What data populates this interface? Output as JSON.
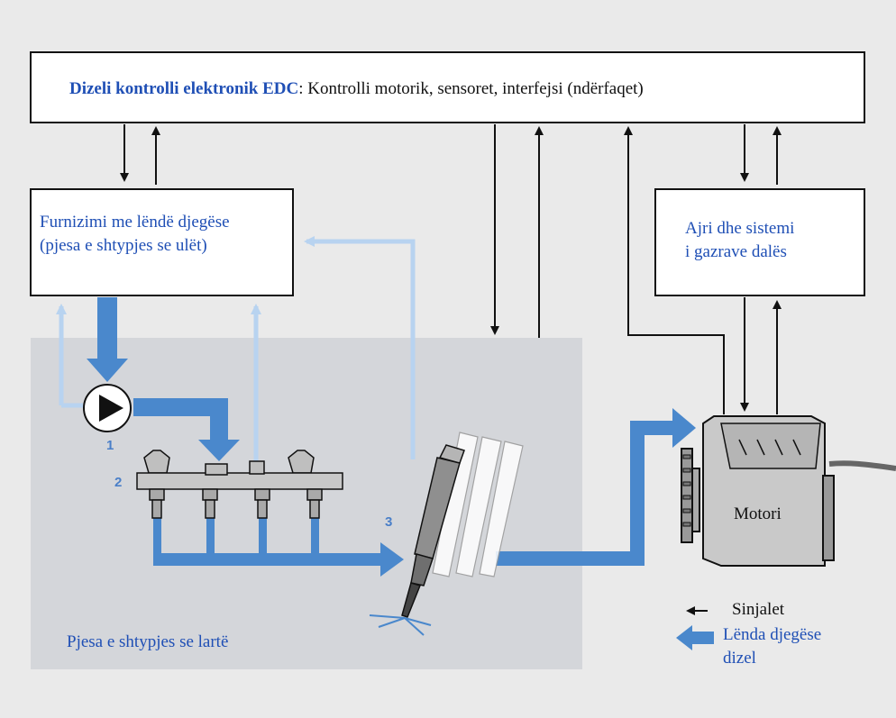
{
  "edc": {
    "title_bold": "Dizeli kontrolli elektronik EDC",
    "title_rest": ": Kontrolli motorik, sensoret, interfejsi (ndërfaqet)"
  },
  "fuel_supply": {
    "line1": "Furnizimi me lëndë djegëse",
    "line2": "(pjesa e shtypjes se ulët)"
  },
  "air_system": {
    "line1": "Ajri dhe sistemi",
    "line2": "i gazrave dalës"
  },
  "high_pressure_label": "Pjesa e shtypjes se lartë",
  "engine_label": "Motori",
  "component_numbers": {
    "pump": "1",
    "rail": "2",
    "injector": "3"
  },
  "legend": {
    "signals": "Sinjalet",
    "fuel_line1": "Lënda djegëse",
    "fuel_line2": "dizel"
  },
  "colors": {
    "fuel_blue": "#4a88cc",
    "light_blue": "#b8d3f0",
    "signal_black": "#111111",
    "text_blue": "#1f4fb5",
    "panel_gray": "#d4d6da"
  }
}
